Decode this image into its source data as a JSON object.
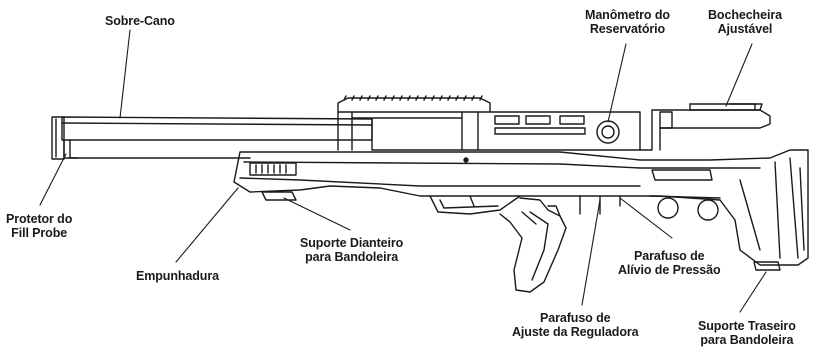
{
  "diagram": {
    "labels": {
      "sobre_cano": {
        "lines": [
          "Sobre-Cano"
        ]
      },
      "manometro": {
        "lines": [
          "Manômetro do",
          "Reservatório"
        ]
      },
      "bochecheira": {
        "lines": [
          "Bochecheira",
          "Ajustável"
        ]
      },
      "protetor": {
        "lines": [
          "Protetor do",
          "Fill Probe"
        ]
      },
      "empunhadura": {
        "lines": [
          "Empunhadura"
        ]
      },
      "suporte_dianteiro": {
        "lines": [
          "Suporte Dianteiro",
          "para Bandoleira"
        ]
      },
      "parafuso_alivio": {
        "lines": [
          "Parafuso de",
          "Alívio de Pressão"
        ]
      },
      "parafuso_ajuste": {
        "lines": [
          "Parafuso de",
          "Ajuste da Reguladora"
        ]
      },
      "suporte_traseiro": {
        "lines": [
          "Suporte Traseiro",
          "para Bandoleira"
        ]
      }
    },
    "colors": {
      "line": "#1a1a1a",
      "text": "#1a1a1a",
      "background": "#ffffff"
    }
  }
}
